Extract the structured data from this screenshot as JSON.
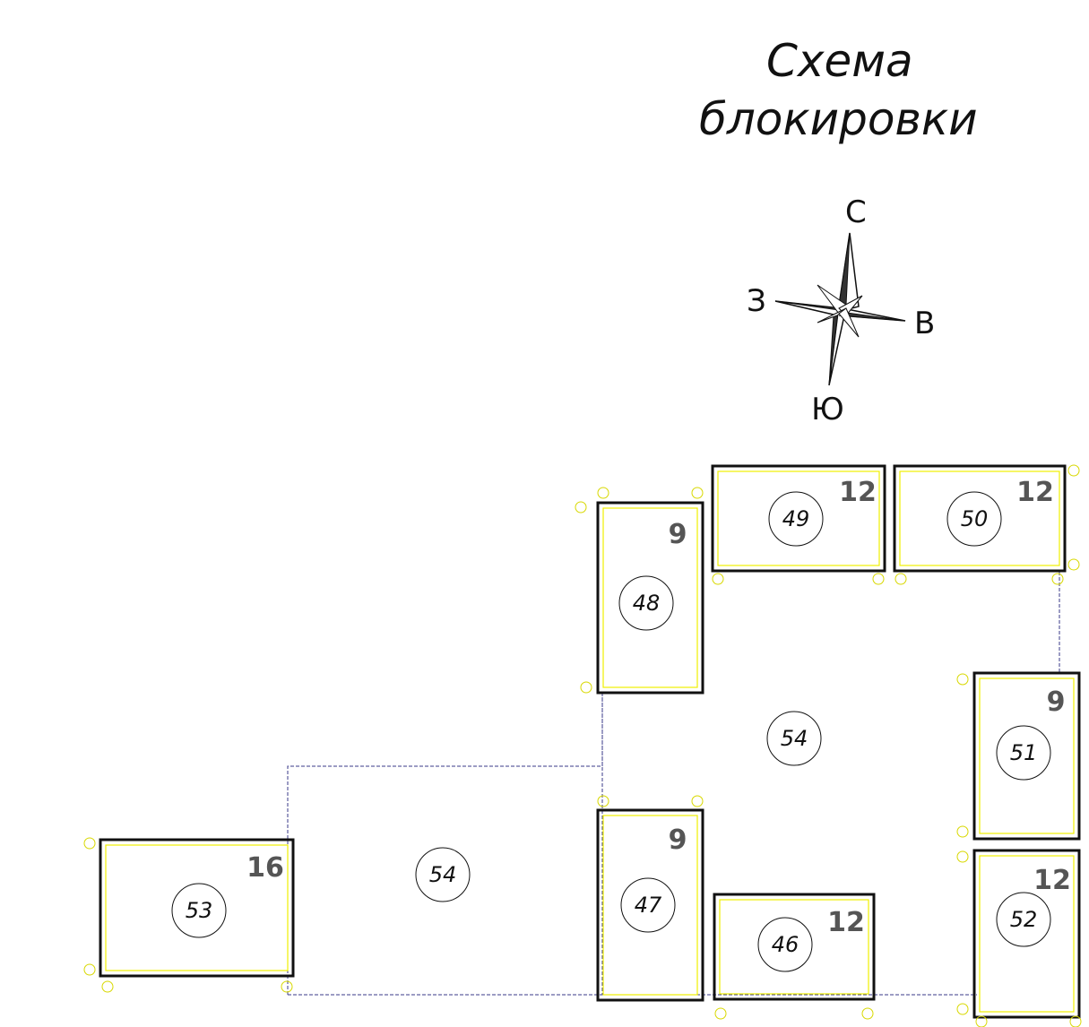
{
  "title": {
    "line1": "Схема",
    "line2": "блокировки"
  },
  "compass": {
    "north": "С",
    "south": "Ю",
    "west": "З",
    "east": "В"
  },
  "colors": {
    "outline": "#111111",
    "inner": "#f0f000",
    "marker": "#d8d800",
    "dashed": "#3a3a8a",
    "size_text": "#555555"
  },
  "blocks": [
    {
      "id": "46",
      "size": "12"
    },
    {
      "id": "47",
      "size": "9"
    },
    {
      "id": "48",
      "size": "9"
    },
    {
      "id": "49",
      "size": "12"
    },
    {
      "id": "50",
      "size": "12"
    },
    {
      "id": "51",
      "size": "9"
    },
    {
      "id": "52",
      "size": "12"
    },
    {
      "id": "53",
      "size": "16"
    }
  ],
  "areas": [
    {
      "id": "54"
    },
    {
      "id": "54"
    }
  ]
}
